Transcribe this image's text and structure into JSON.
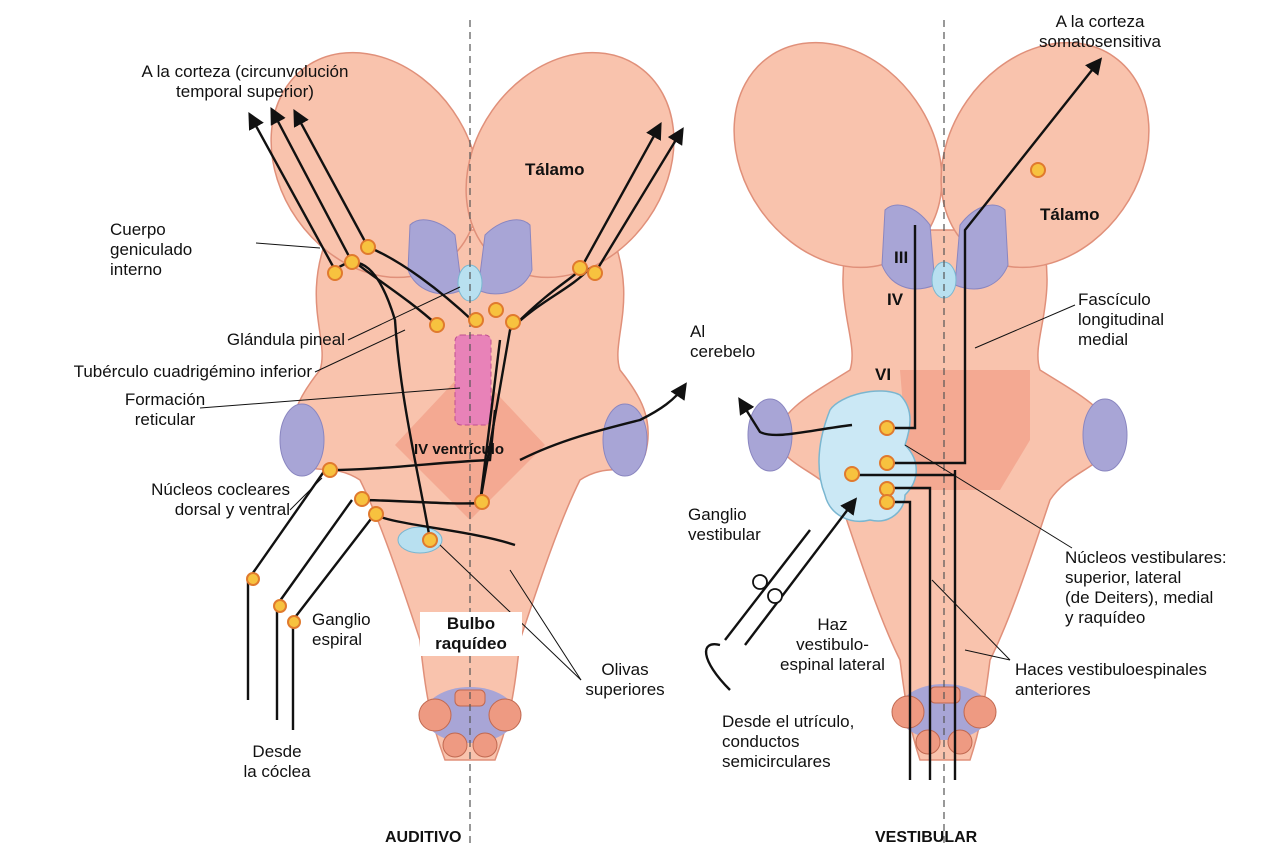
{
  "labels": {
    "auditivo": "AUDITIVO",
    "vestibular": "VESTIBULAR",
    "corteza_temporal": "A la corteza (circunvolución\ntemporal superior)",
    "talamo_left": "Tálamo",
    "talamo_right": "Tálamo",
    "cuerpo_geniculado": "Cuerpo\ngeniculado\ninterno",
    "glandula_pineal": "Glándula pineal",
    "tuberculo": "Tubérculo cuadrigémino inferior",
    "formacion_reticular": "Formación\nreticular",
    "iv_ventriculo": "IV ventrículo",
    "nucleos_cocleares": "Núcleos cocleares\ndorsal y ventral",
    "ganglio_espiral": "Ganglio\nespiral",
    "bulbo": "Bulbo\nraquídeo",
    "olivas": "Olivas\nsuperiores",
    "desde_coclea": "Desde\nla cóclea",
    "al_cerebelo": "Al\ncerebelo",
    "corteza_somato": "A la corteza\nsomatosensitiva",
    "fasciculo": "Fascículo\nlongitudinal\nmedial",
    "ganglio_vestibular": "Ganglio\nvestibular",
    "nucleos_vestibulares": "Núcleos vestibulares:\nsuperior, lateral\n(de Deiters), medial\ny raquídeo",
    "haz_lateral": "Haz\nvestibulo-\nespinal lateral",
    "haces_anteriores": "Haces vestibuloespinales\nanteriores",
    "desde_utriculo": "Desde el utrículo,\nconductos\nsemicirculares",
    "nervio_iii": "III",
    "nervio_iv": "IV",
    "nervio_vi": "VI"
  }
}
